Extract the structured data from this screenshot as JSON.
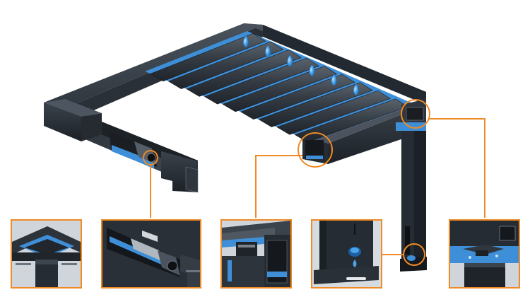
{
  "diagram": {
    "subject": "pergola",
    "accent_color": "#f08a24",
    "water_color": "#3f8fd8",
    "frame_color": "#2b3138",
    "louver_count": 9,
    "water_drop_count": 6,
    "detail_views": [
      {
        "id": "corner-joint",
        "icon": "corner-joint"
      },
      {
        "id": "louver-motor",
        "icon": "motor-mechanism"
      },
      {
        "id": "louver-edge-gutter",
        "icon": "gutter-channel"
      },
      {
        "id": "post-drain-outlet",
        "icon": "water-drop"
      },
      {
        "id": "post-top-gutter",
        "icon": "gutter-channel"
      }
    ]
  }
}
